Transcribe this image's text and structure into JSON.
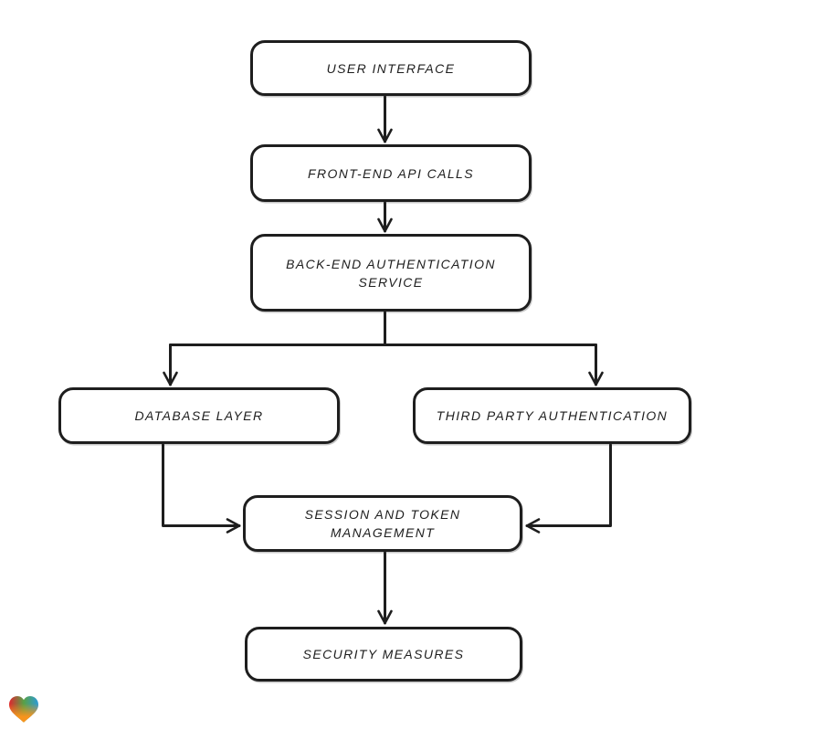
{
  "diagram": {
    "type": "flowchart",
    "direction": "top-down",
    "background": "#ffffff",
    "stroke_color": "#1e1e1e",
    "node_fill": "#ffffff",
    "text_color": "#1e1e1e",
    "nodes": [
      {
        "id": "user-interface",
        "label": "USER INTERFACE",
        "lines": [
          "USER INTERFACE"
        ]
      },
      {
        "id": "front-end-api-calls",
        "label": "FRONT-END API CALLS",
        "lines": [
          "FRONT-END API CALLS"
        ]
      },
      {
        "id": "back-end-authentication-service",
        "label": "BACK-END AUTHENTICATION SERVICE",
        "lines": [
          "BACK-END AUTHENTICATION",
          "SERVICE"
        ]
      },
      {
        "id": "database-layer",
        "label": "DATABASE LAYER",
        "lines": [
          "DATABASE LAYER"
        ]
      },
      {
        "id": "third-party-authentication",
        "label": "THIRD PARTY AUTHENTICATION",
        "lines": [
          "THIRD PARTY AUTHENTICATION"
        ]
      },
      {
        "id": "session-and-token-management",
        "label": "SESSION AND TOKEN MANAGEMENT",
        "lines": [
          "SESSION AND TOKEN",
          "MANAGEMENT"
        ]
      },
      {
        "id": "security-measures",
        "label": "SECURITY MEASURES",
        "lines": [
          "SECURITY MEASURES"
        ]
      }
    ],
    "edges": [
      {
        "from": "user-interface",
        "to": "front-end-api-calls"
      },
      {
        "from": "front-end-api-calls",
        "to": "back-end-authentication-service"
      },
      {
        "from": "back-end-authentication-service",
        "to": "database-layer"
      },
      {
        "from": "back-end-authentication-service",
        "to": "third-party-authentication"
      },
      {
        "from": "database-layer",
        "to": "session-and-token-management"
      },
      {
        "from": "third-party-authentication",
        "to": "session-and-token-management"
      },
      {
        "from": "session-and-token-management",
        "to": "security-measures"
      }
    ]
  },
  "watermark": {
    "icon": "gradient-heart-icon",
    "gradient_top_left": "#e0252f",
    "gradient_mid": "#58a146",
    "gradient_top_right": "#2d9bd8",
    "gradient_bottom": "#f7941d"
  }
}
